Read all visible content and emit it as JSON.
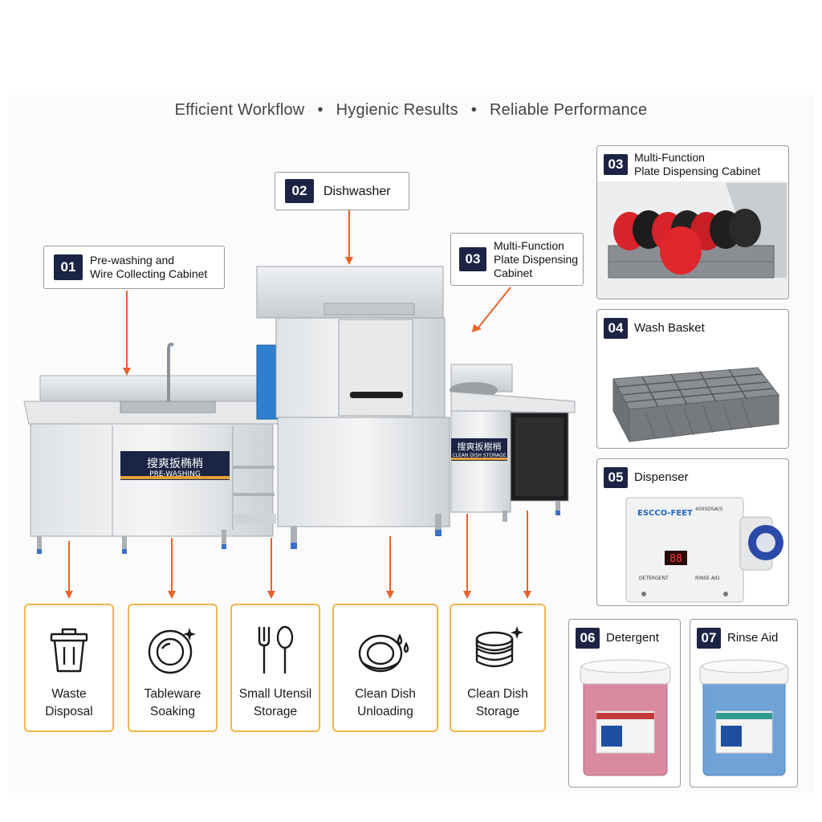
{
  "tagline": {
    "item1": "Efficient Workflow",
    "item2": "Hygienic Results",
    "item3": "Reliable Performance",
    "separator": "•"
  },
  "callouts": {
    "prewash": {
      "num": "01",
      "line1": "Pre-washing and",
      "line2": "Wire Collecting Cabinet"
    },
    "dishwasher": {
      "num": "02",
      "label": "Dishwasher"
    },
    "plate": {
      "num": "03",
      "line1": "Multi-Function",
      "line2": "Plate Dispensing",
      "line3": "Cabinet"
    }
  },
  "machine_labels": {
    "prewash_cn": "搜爽扳椭梢",
    "prewash_en": "PRE-WASHING",
    "storage_cn": "搜爽扳樹梢",
    "storage_en": "CLEAN DISH STORAGE"
  },
  "panels": {
    "plate_cabinet": {
      "num": "03",
      "line1": "Multi-Function",
      "line2": "Plate Dispensing Cabinet"
    },
    "wash_basket": {
      "num": "04",
      "label": "Wash Basket"
    },
    "dispenser": {
      "num": "05",
      "label": "Dispenser",
      "brand": "ESCCO-FEET",
      "model": "400SDSA(I)",
      "display": "88",
      "left_label": "DETERGENT",
      "right_label": "RINSE AID"
    },
    "detergent": {
      "num": "06",
      "label": "Detergent"
    },
    "rinse_aid": {
      "num": "07",
      "label": "Rinse Aid"
    }
  },
  "functions": [
    {
      "line1": "Waste",
      "line2": "Disposal",
      "icon": "trash-bin-icon"
    },
    {
      "line1": "Tableware",
      "line2": "Soaking",
      "icon": "plate-sparkle-icon"
    },
    {
      "line1": "Small Utensil",
      "line2": "Storage",
      "icon": "fork-spoon-icon"
    },
    {
      "line1": "Clean Dish",
      "line2": "Unloading",
      "icon": "dish-droplet-icon"
    },
    {
      "line1": "Clean Dish",
      "line2": "Storage",
      "icon": "plate-stack-icon"
    }
  ],
  "colors": {
    "navy": "#1b2444",
    "arrow": "#e8622a",
    "card_border": "#f0b54a",
    "steel": "#d8dcdf",
    "plate_red": "#d8232a",
    "detergent_pink": "#d98aa0",
    "rinse_blue": "#6fa3d8"
  }
}
